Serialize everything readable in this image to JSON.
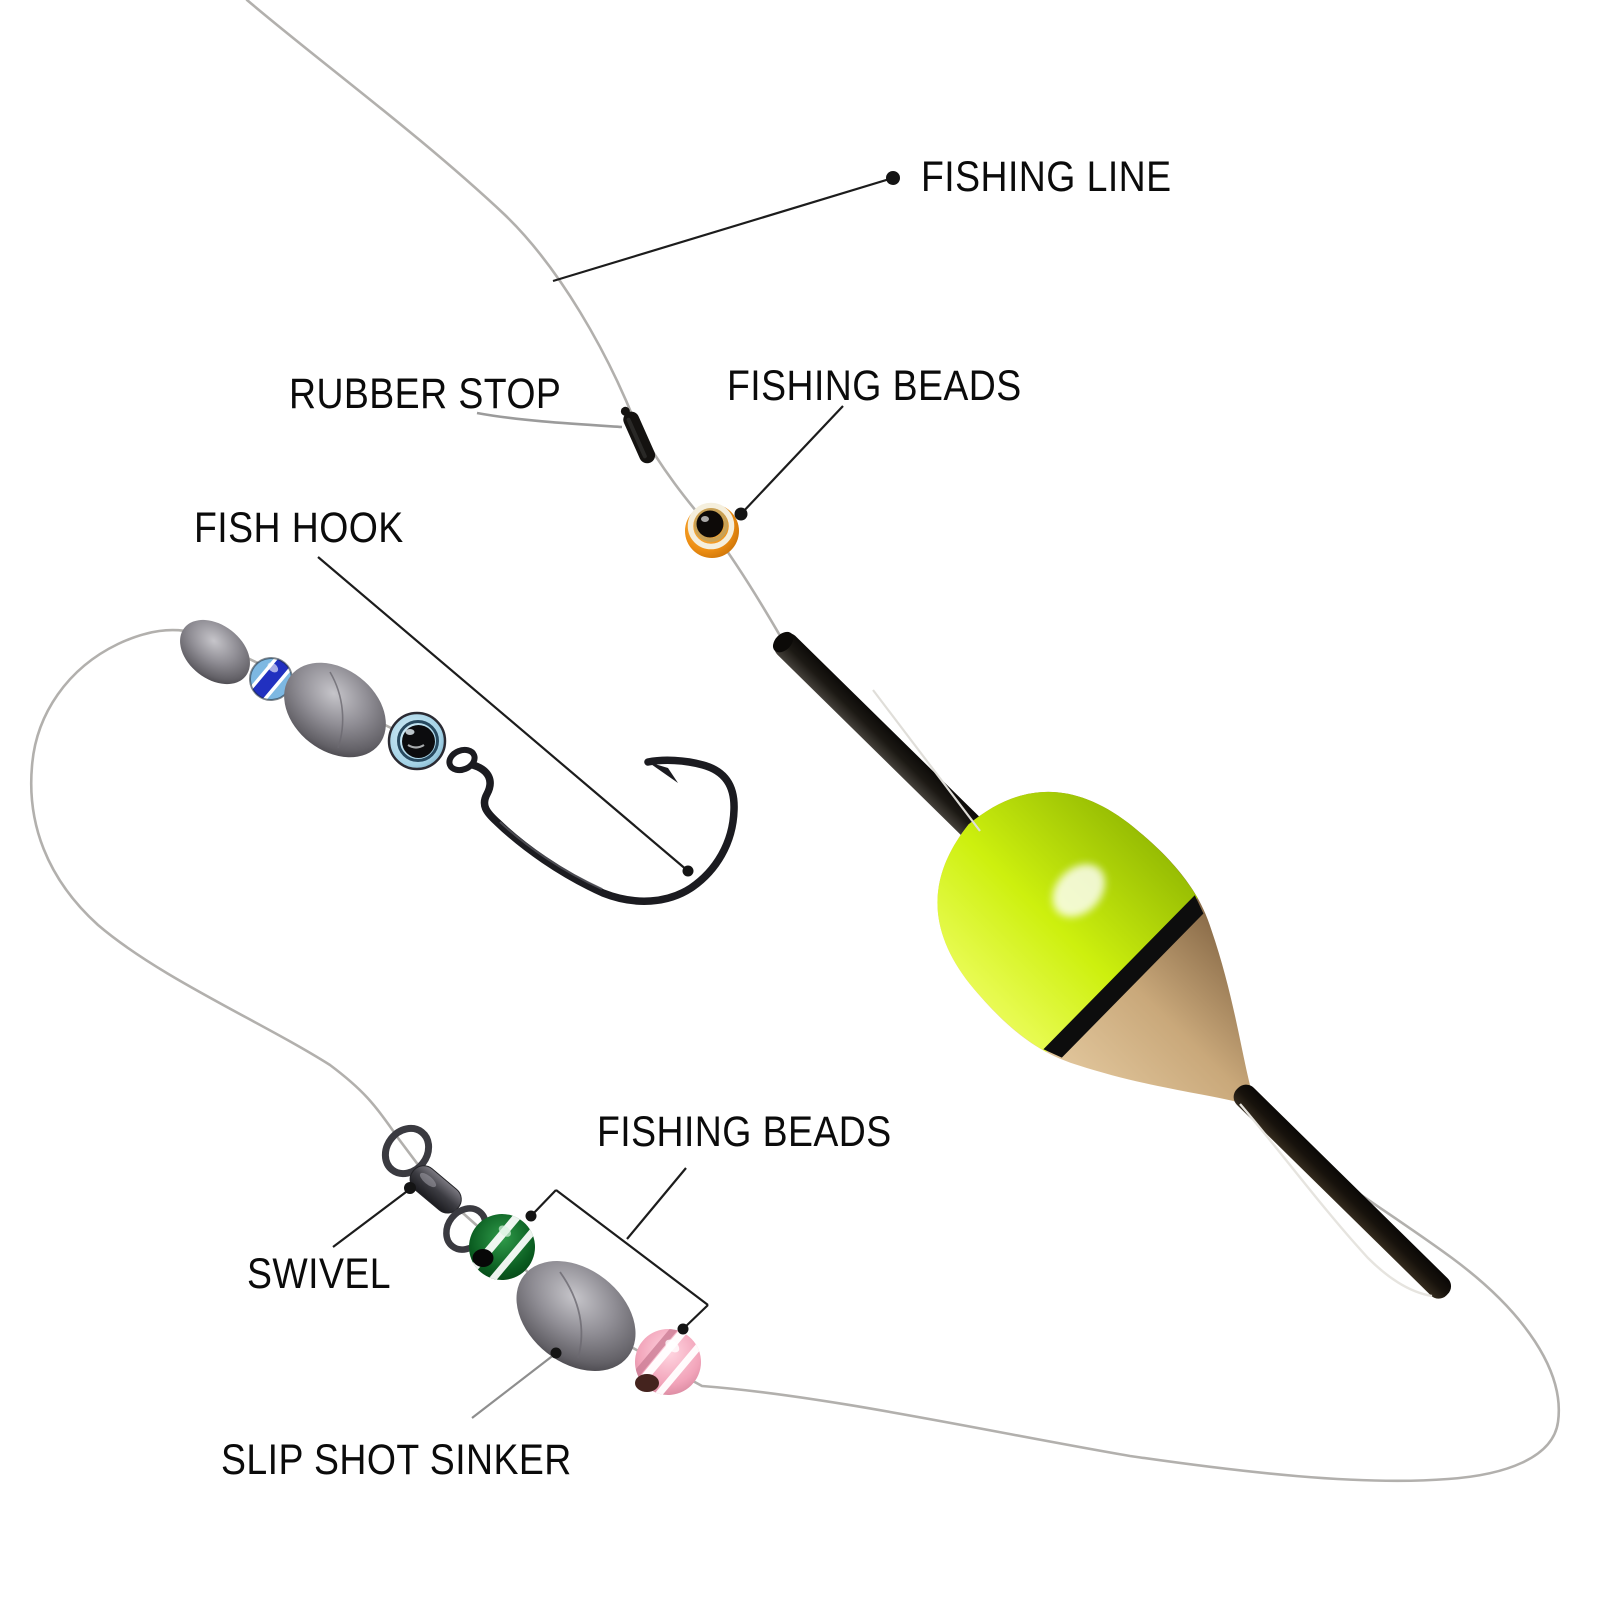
{
  "labels": {
    "fishing_line": "FISHING LINE",
    "rubber_stop": "RUBBER STOP",
    "fishing_beads_top": "FISHING BEADS",
    "fish_hook": "FISH HOOK",
    "swivel": "SWIVEL",
    "fishing_beads_bottom": "FISHING BEADS",
    "slip_shot_sinker": "SLIP SHOT SINKER"
  },
  "colors": {
    "background": "#ffffff",
    "label_text": "#0b0b0b",
    "fishing_line": "#b2b0ad",
    "leader_line": "#1c1c1c",
    "float_top": "#cdf00e",
    "float_body": "#c9a87a",
    "float_stem": "#1c1914",
    "bead_orange": "#ef8f16",
    "bead_blue": "#2130c0",
    "bead_green": "#0d6e28",
    "bead_pink": "#f3aabf",
    "sinker_gray": "#8f8d94",
    "swivel_metal": "#3a3a40"
  }
}
